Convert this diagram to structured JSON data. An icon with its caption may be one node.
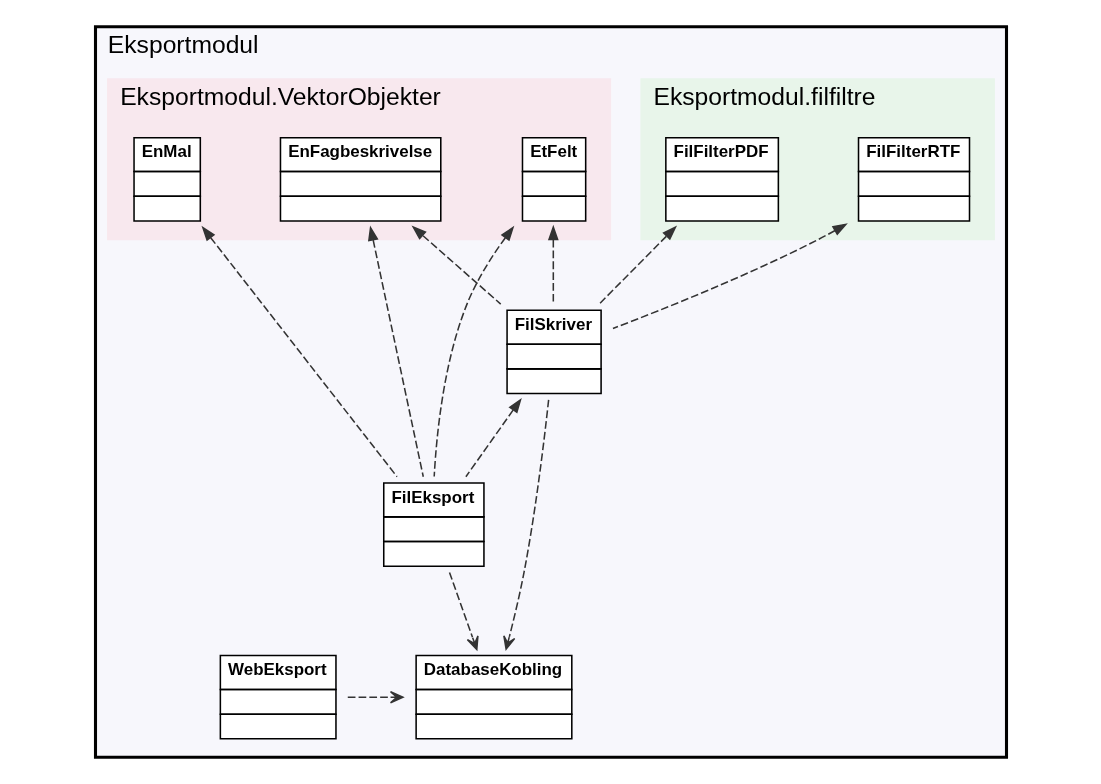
{
  "diagram": {
    "nodes": [
      {
        "text": [
          "Eksportmodul"
        ]
      },
      {
        "text": [
          "Eksportmodul.filfiltre"
        ],
        "in": 0
      },
      {
        "text": [
          "FilFilterRTF"
        ],
        "in": 1
      },
      {
        "text": [
          "FilFilterPDF"
        ],
        "in": 1
      },
      {
        "text": [
          "Eksportmodul.VektorObjekter"
        ],
        "in": 0
      },
      {
        "text": [
          "EnFagbeskrivelse"
        ],
        "in": 4
      },
      {
        "text": [
          "EnMal"
        ],
        "in": 4
      },
      {
        "text": [
          "EtFelt"
        ],
        "in": 4
      },
      {
        "text": [
          "FilSkriver"
        ],
        "in": 0
      },
      {
        "text": [
          "FilEksport"
        ],
        "in": 0
      },
      {
        "text": [
          "DatabaseKobling"
        ],
        "in": 0
      },
      {
        "text": [
          "WebEksport"
        ],
        "in": 0
      }
    ],
    "edges": [
      {
        "from": 8,
        "to": 2,
        "arrow": "to",
        "style": "dashed"
      },
      {
        "from": 8,
        "to": 3,
        "arrow": "to",
        "style": "dashed"
      },
      {
        "from": 8,
        "to": 5,
        "arrow": "to",
        "style": "dashed"
      },
      {
        "from": 8,
        "to": 7,
        "arrow": "to",
        "style": "dashed"
      },
      {
        "from": 9,
        "to": 5,
        "arrow": "to",
        "style": "dashed"
      },
      {
        "from": 9,
        "to": 6,
        "arrow": "to",
        "style": "dashed"
      },
      {
        "from": 9,
        "to": 7,
        "arrow": "to",
        "style": "dashed"
      },
      {
        "from": 9,
        "to": 8,
        "arrow": "to",
        "style": "dashed"
      },
      {
        "from": 8,
        "to": 10,
        "arrow": "to",
        "style": "dashed"
      },
      {
        "from": 9,
        "to": 10,
        "arrow": "to",
        "style": "dashed"
      },
      {
        "from": 11,
        "to": 10,
        "arrow": "to",
        "style": "dashed"
      }
    ]
  }
}
